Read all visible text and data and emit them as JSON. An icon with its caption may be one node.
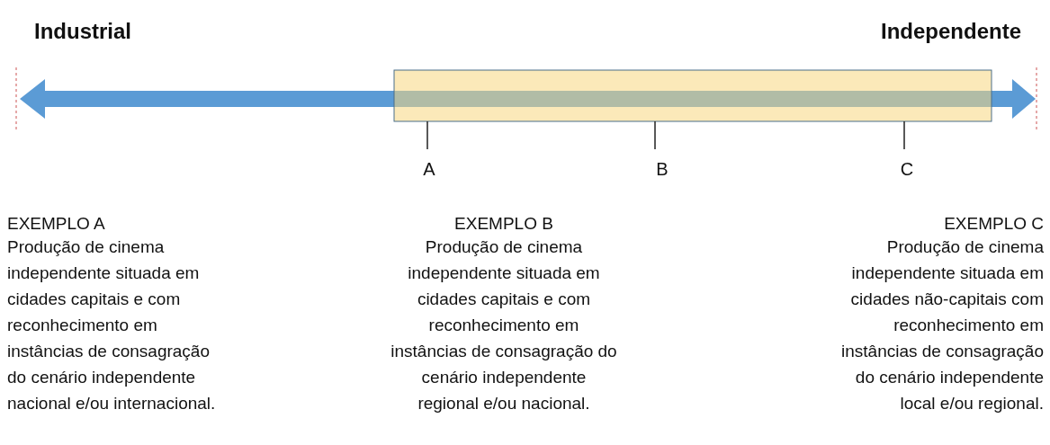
{
  "diagram": {
    "labels": [
      "Industrial",
      "Independente",
      "A",
      "B",
      "C",
      "EXEMPLO A",
      "Produção de cinema independente situada em cidades capitais e com reconhecimento em instâncias de consagração do cenário independente nacional e/ou internacional.",
      "EXEMPLO B",
      "Produção de cinema independente situada em cidades capitais e com reconhecimento em instâncias de consagração do cenário independente regional e/ou nacional.",
      "EXEMPLO C",
      "Produção de cinema independente situada em cidades não-capitais com reconhecimento em instâncias de consagração do cenário independente local e/ou regional."
    ]
  }
}
